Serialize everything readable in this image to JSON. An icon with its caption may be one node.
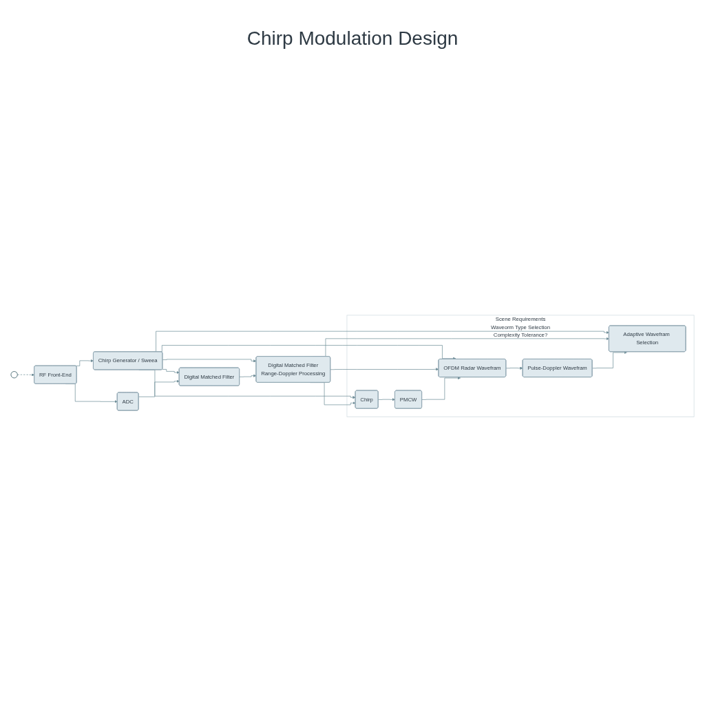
{
  "diagram": {
    "title": "Chirp Modulation Design",
    "nodes": [
      {
        "text": [],
        "shape": "antenna"
      },
      {
        "text": [
          "RF Front-End"
        ]
      },
      {
        "text": [
          "Chirp Generator / Sweea"
        ]
      },
      {
        "text": [
          "ADC"
        ]
      },
      {
        "text": [
          "Digital Matched Filter"
        ]
      },
      {
        "text": [
          "Digital Matched Filter",
          "Range-Doppler Processing"
        ]
      },
      {
        "text": [
          "Scene Requirements",
          "Waveorm Type Selection",
          "Complexity Tolerance?"
        ]
      },
      {
        "text": [
          "Chirp"
        ],
        "in": 6
      },
      {
        "text": [
          "PMCW"
        ],
        "in": 6
      },
      {
        "text": [
          "OFDM Radar Wavefram"
        ],
        "in": 6
      },
      {
        "text": [
          "Pulse-Doppler Wavefram"
        ],
        "in": 6
      },
      {
        "text": [
          "Adaptive Wavefram Selection"
        ],
        "in": 6
      }
    ],
    "edges": [
      {
        "from": 0,
        "to": 1,
        "arrow": "to",
        "style": "dashed"
      },
      {
        "from": 1,
        "to": 2,
        "arrow": "to"
      },
      {
        "from": 1,
        "to": 3,
        "arrow": "to"
      },
      {
        "from": 2,
        "to": 4,
        "arrow": "to"
      },
      {
        "from": 2,
        "to": 5,
        "arrow": "to"
      },
      {
        "from": 3,
        "to": 4,
        "arrow": "to"
      },
      {
        "from": 4,
        "to": 5,
        "arrow": "to"
      },
      {
        "from": 2,
        "to": 7,
        "arrow": "to"
      },
      {
        "from": 2,
        "to": 9,
        "arrow": "to"
      },
      {
        "from": 2,
        "to": 11,
        "arrow": "to"
      },
      {
        "from": 5,
        "to": 7,
        "arrow": "to"
      },
      {
        "from": 5,
        "to": 9,
        "arrow": "to"
      },
      {
        "from": 5,
        "to": 11,
        "arrow": "to"
      },
      {
        "from": 7,
        "to": 8,
        "arrow": "to"
      },
      {
        "from": 8,
        "to": 9,
        "arrow": "to"
      },
      {
        "from": 9,
        "to": 10,
        "arrow": "to"
      },
      {
        "from": 10,
        "to": 11,
        "arrow": "to"
      }
    ]
  }
}
